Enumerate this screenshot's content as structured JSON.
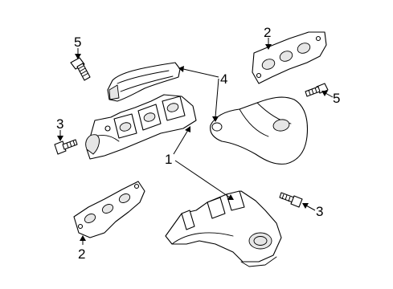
{
  "diagram": {
    "callouts": [
      {
        "id": "c5a",
        "text": "5"
      },
      {
        "id": "c2a",
        "text": "2"
      },
      {
        "id": "c4",
        "text": "4"
      },
      {
        "id": "c5b",
        "text": "5"
      },
      {
        "id": "c3a",
        "text": "3"
      },
      {
        "id": "c1",
        "text": "1"
      },
      {
        "id": "c3b",
        "text": "3"
      },
      {
        "id": "c2b",
        "text": "2"
      }
    ]
  }
}
